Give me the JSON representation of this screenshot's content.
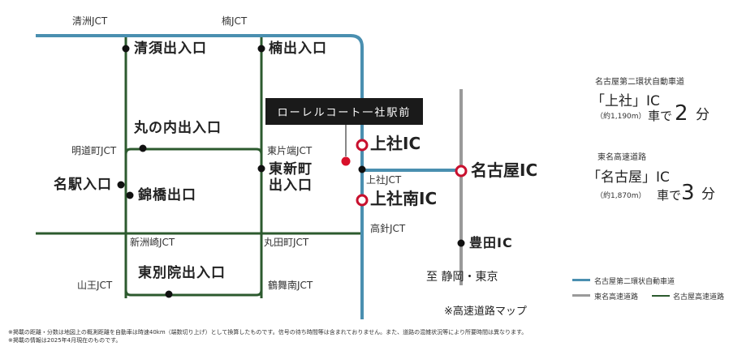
{
  "colors": {
    "loop2": "#4a8fb0",
    "tomei": "#9a9a9a",
    "nagoya_expressway": "#2c5a2e",
    "ic_marker": "#c8102e",
    "station_marker": "#d8102a",
    "junction_dot": "#111111"
  },
  "junctions": {
    "kiyosu": "清洲JCT",
    "kusu": "楠JCT",
    "myodocho": "明道町JCT",
    "higashikatahata": "東片端JCT",
    "kamiyashiro": "上社JCT",
    "shinsuzaki": "新洲崎JCT",
    "marutamachi": "丸田町JCT",
    "takabari": "高針JCT",
    "sanno": "山王JCT",
    "tsurumaiminami": "鶴舞南JCT"
  },
  "exits": {
    "kiyosu": "清須出入口",
    "kusu": "楠出入口",
    "marunouchi": "丸の内出入口",
    "meieki": "名駅入口",
    "nishikibashi": "錦橋出口",
    "higashishinmachi_1": "東新町",
    "higashishinmachi_2": "出入口",
    "higashibetsuin": "東別院出入口"
  },
  "ics": {
    "kamiyashiro": "上社IC",
    "kamiyashiro_minami": "上社南IC",
    "nagoya": "名古屋IC",
    "toyota": "豊田IC"
  },
  "station": {
    "label": "ローレルコート一社駅前"
  },
  "direction": "至 静岡・東京",
  "map_caption": "※高速道路マップ",
  "info": {
    "block1": {
      "road": "名古屋第二環状自動車道",
      "ic_name": "「上社」IC",
      "distance": "（約1,190m）",
      "by_car": "車で",
      "minutes": "2",
      "unit": "分"
    },
    "block2": {
      "road": "東名高速道路",
      "ic_name": "「名古屋」IC",
      "distance": "（約1,870m）",
      "by_car": "車で",
      "minutes": "3",
      "unit": "分"
    }
  },
  "legend": {
    "loop2": "名古屋第二環状自動車道",
    "tomei": "東名高速道路",
    "nagoya_expressway": "名古屋高速道路"
  },
  "notes": {
    "line1": "※掲載の距離・分数は地図上の概測距離を自動車は時速40km（端数切り上げ）として換算したものです。信号の待ち時間等は含まれておりません。また、道路の混雑状況等により所要時間は異なります。",
    "line2": "※掲載の情報は2025年4月現在のものです。"
  }
}
